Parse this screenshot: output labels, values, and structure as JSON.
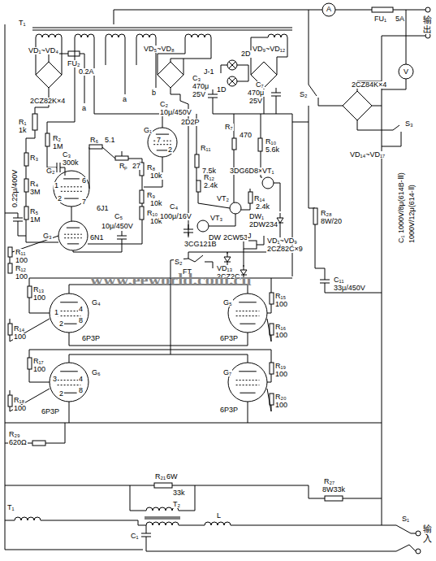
{
  "diagram": {
    "labels": [
      "T₁",
      "VD₁~VD₄",
      "FU₂",
      "0.2A",
      "2CZ82K×4",
      "a",
      "a",
      "b",
      "VD₅~VD₈",
      "C₂",
      "10μ/450V",
      "C₃",
      "470μ",
      "25V",
      "J-1",
      "1D",
      "2D",
      "VD₉~VD₁₂",
      "C₇",
      "470μ",
      "25V",
      "R₁",
      "1k",
      "G₁",
      "2D2P",
      "R₂",
      "1M",
      "R₃",
      "C₃",
      "300k",
      "R₄",
      "3M",
      "R₅",
      "1M",
      "0.22μ/400V",
      "G₂",
      "6J1",
      "R₆",
      "5.1",
      "Rₚ",
      "27",
      "R₈",
      "10k",
      "R₉",
      "10k",
      "R₁₀",
      "10k",
      "C₅",
      "10μ/450V",
      "G₃",
      "6N1",
      "R₁₁",
      "100",
      "R₁₂",
      "100",
      "7",
      "2",
      "1",
      "6",
      "2",
      "7",
      "R₇",
      "470",
      "R₁₀",
      "5.6k",
      "R₁₁",
      "7.5k",
      "3DG6D8×2",
      "R₁₂",
      "2.4k",
      "VT₂",
      "VT₁",
      "R₁₄",
      "2.4k",
      "C₄",
      "100μ/16V",
      "VT₃",
      "DW₁",
      "2DW234",
      "DW",
      "2CW53",
      "3CG121B",
      "J",
      "VD₁~VD₉",
      "2CZ82C×9",
      "S₂",
      "VD₁₃",
      "2CZ2C",
      "FT",
      "www.eeworld.com.cn",
      "A",
      "FU₁",
      "5A",
      "输出",
      "V",
      "S₂",
      "2CZ84K×4",
      "S₃",
      "VD₁₄~VD₁₇",
      "C₁ 1000V/8μ(614B-Ⅲ)",
      "1000V/12μ(614-Ⅱ)",
      "R₂₈",
      "8W/20",
      "C₁₁",
      "33μ/450V",
      "G₄",
      "6P3P",
      "G₅",
      "6P3P",
      "G₆",
      "6P3P",
      "G₇",
      "6P3P",
      "1",
      "4",
      "8",
      "2",
      "3",
      "4",
      "8",
      "2",
      "R₁₃",
      "100",
      "R₁₄",
      "100",
      "R₁₅",
      "100",
      "R₁₆",
      "100",
      "R₁₇",
      "100",
      "R₁₈",
      "100",
      "R₁₉",
      "100",
      "R₂₀",
      "100",
      "R₂₉",
      "620Ω",
      "R₂₁",
      "6W",
      "33k",
      "R₂₇",
      "8W33k",
      "T₁",
      "T₂",
      "L",
      "C₁",
      "S₁",
      "输入"
    ]
  }
}
